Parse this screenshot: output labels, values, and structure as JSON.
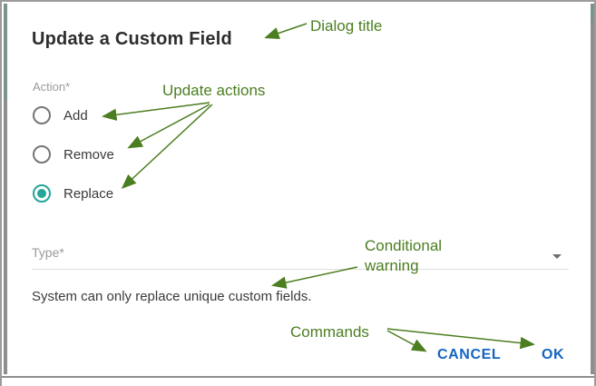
{
  "dialog": {
    "title": "Update a Custom Field",
    "action_group": {
      "label": "Action*",
      "options": [
        {
          "label": "Add",
          "selected": false
        },
        {
          "label": "Remove",
          "selected": false
        },
        {
          "label": "Replace",
          "selected": true
        }
      ]
    },
    "type_field": {
      "label": "Type*",
      "value": ""
    },
    "warning": "System can only replace unique custom fields.",
    "buttons": {
      "cancel": "CANCEL",
      "ok": "OK"
    }
  },
  "annotations": {
    "dialog_title": "Dialog title",
    "update_actions": "Update actions",
    "conditional_warning": "Conditional warning",
    "commands": "Commands"
  },
  "colors": {
    "accent_teal": "#26a69a",
    "radio_halo": "#cdf0e9",
    "annotation_green": "#4b7e20",
    "button_blue": "#1565c0"
  }
}
